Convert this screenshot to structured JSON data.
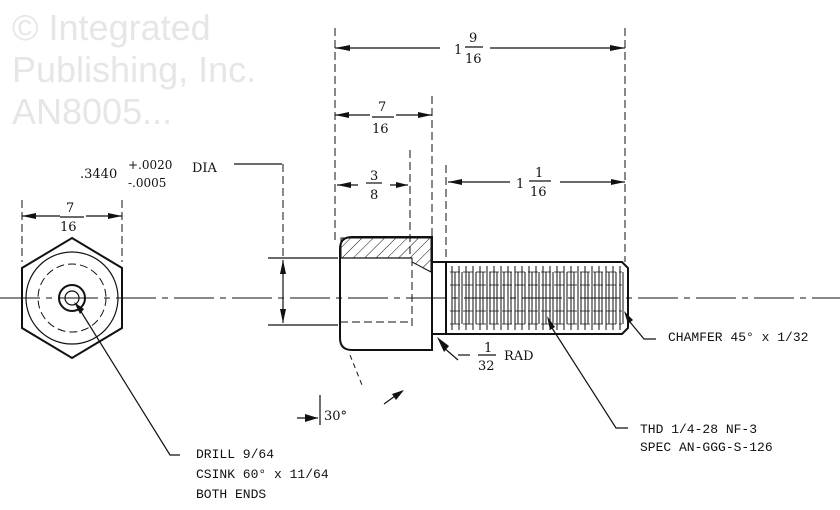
{
  "watermark": [
    "© Integrated",
    "Publishing, Inc.",
    "AN8005..."
  ],
  "dimensions": {
    "overall_length": {
      "whole": "1",
      "num": "9",
      "den": "16"
    },
    "head_length": {
      "num": "7",
      "den": "16"
    },
    "bore_depth": {
      "num": "3",
      "den": "8"
    },
    "thread_length": {
      "whole": "1",
      "num": "1",
      "den": "16"
    },
    "hex_across_flats": {
      "num": "7",
      "den": "16"
    },
    "bore_diameter": {
      "value": ".3440",
      "tol_plus": "+.0020",
      "tol_minus": "-.0005",
      "suffix": "DIA"
    },
    "fillet_radius": {
      "num": "1",
      "den": "32",
      "suffix": "RAD"
    },
    "angle": "30°"
  },
  "notes": {
    "chamfer": "CHAMFER 45° x 1/32",
    "thread": [
      "THD 1/4-28 NF-3",
      "SPEC AN-GGG-S-126"
    ],
    "drill": [
      "DRILL 9/64",
      "CSINK 60° x 11/64",
      "BOTH ENDS"
    ]
  }
}
